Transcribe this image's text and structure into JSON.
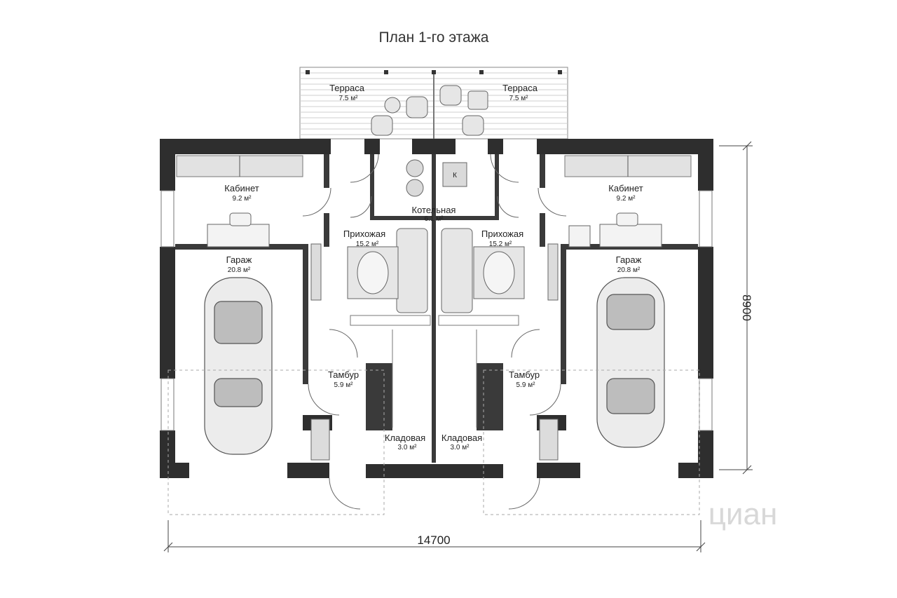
{
  "title": "План 1-го этажа",
  "dimensions": {
    "width": "14700",
    "depth": "8900"
  },
  "watermark": "циан",
  "rooms": {
    "terrace_left": {
      "name": "Терраса",
      "area": "7.5 м²"
    },
    "terrace_right": {
      "name": "Терраса",
      "area": "7.5 м²"
    },
    "office_left": {
      "name": "Кабинет",
      "area": "9.2 м²"
    },
    "office_right": {
      "name": "Кабинет",
      "area": "9.2 м²"
    },
    "boiler": {
      "name": "Котельная",
      "area": "6.1 м²"
    },
    "hall_left": {
      "name": "Прихожая",
      "area": "15.2 м²"
    },
    "hall_right": {
      "name": "Прихожая",
      "area": "15.2 м²"
    },
    "garage_left": {
      "name": "Гараж",
      "area": "20.8 м²"
    },
    "garage_right": {
      "name": "Гараж",
      "area": "20.8 м²"
    },
    "vestibule_left": {
      "name": "Тамбур",
      "area": "5.9 м²"
    },
    "vestibule_right": {
      "name": "Тамбур",
      "area": "5.9 м²"
    },
    "pantry_left": {
      "name": "Кладовая",
      "area": "3.0 м²"
    },
    "pantry_right": {
      "name": "Кладовая",
      "area": "3.0 м²"
    }
  },
  "boiler_mark": "К"
}
